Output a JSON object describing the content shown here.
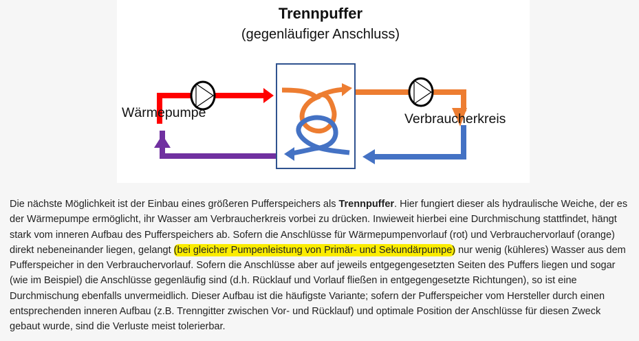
{
  "figure": {
    "title": "Trennpuffer",
    "subtitle": "(gegenläufiger Anschluss)",
    "label_left": "Wärmepumpe",
    "label_right": "Verbraucherkreis",
    "colors": {
      "supply_heatpump": "#ff0000",
      "supply_consumer": "#ed7d31",
      "return_consumer": "#4472c4",
      "return_heatpump": "#7030a0",
      "buffer_border": "#2f528f"
    }
  },
  "paragraph": {
    "l1a": "Die nächste Möglichkeit ist der Einbau eines größeren Pufferspeichers als ",
    "l1b": "Trennpuffer",
    "l1c": ". Hier fungiert dieser als hydraulische Weiche, der es",
    "l2": "der Wärmepumpe ermöglicht, ihr Wasser am Verbraucherkreis vorbei zu drücken. Inwieweit hierbei eine Durchmischung stattfindet, hängt",
    "l3": "stark vom inneren Aufbau des Pufferspeichers ab. Sofern die Anschlüsse für Wärmepumpenvorlauf (rot) und Verbrauchervorlauf (orange)",
    "l4a": "direkt nebeneinander liegen, gelangt ",
    "l4b": "(bei gleicher Pumpenleistung von Primär- und Sekundärpumpe)",
    "l4c": " nur wenig (kühleres) Wasser aus dem",
    "l5": "Pufferspeicher in den Verbrauchervorlauf. Sofern die Anschlüsse aber auf jeweils entgegengesetzten Seiten des Puffers liegen und sogar",
    "l6": "(wie im Beispiel) die Anschlüsse gegenläufig sind (d.h. Rücklauf und Vorlauf fließen in entgegengesetzte Richtungen), so ist eine",
    "l7": "Durchmischung ebenfalls unvermeidlich. Dieser Aufbau ist die häufigste Variante; sofern der Pufferspeicher vom Hersteller durch einen",
    "l8": "entsprechenden inneren Aufbau (z.B. Trenngitter zwischen Vor- und Rücklauf) und optimale Position der Anschlüsse für diesen Zweck",
    "l9": "gebaut wurde, sind die Verluste meist tolerierbar."
  }
}
